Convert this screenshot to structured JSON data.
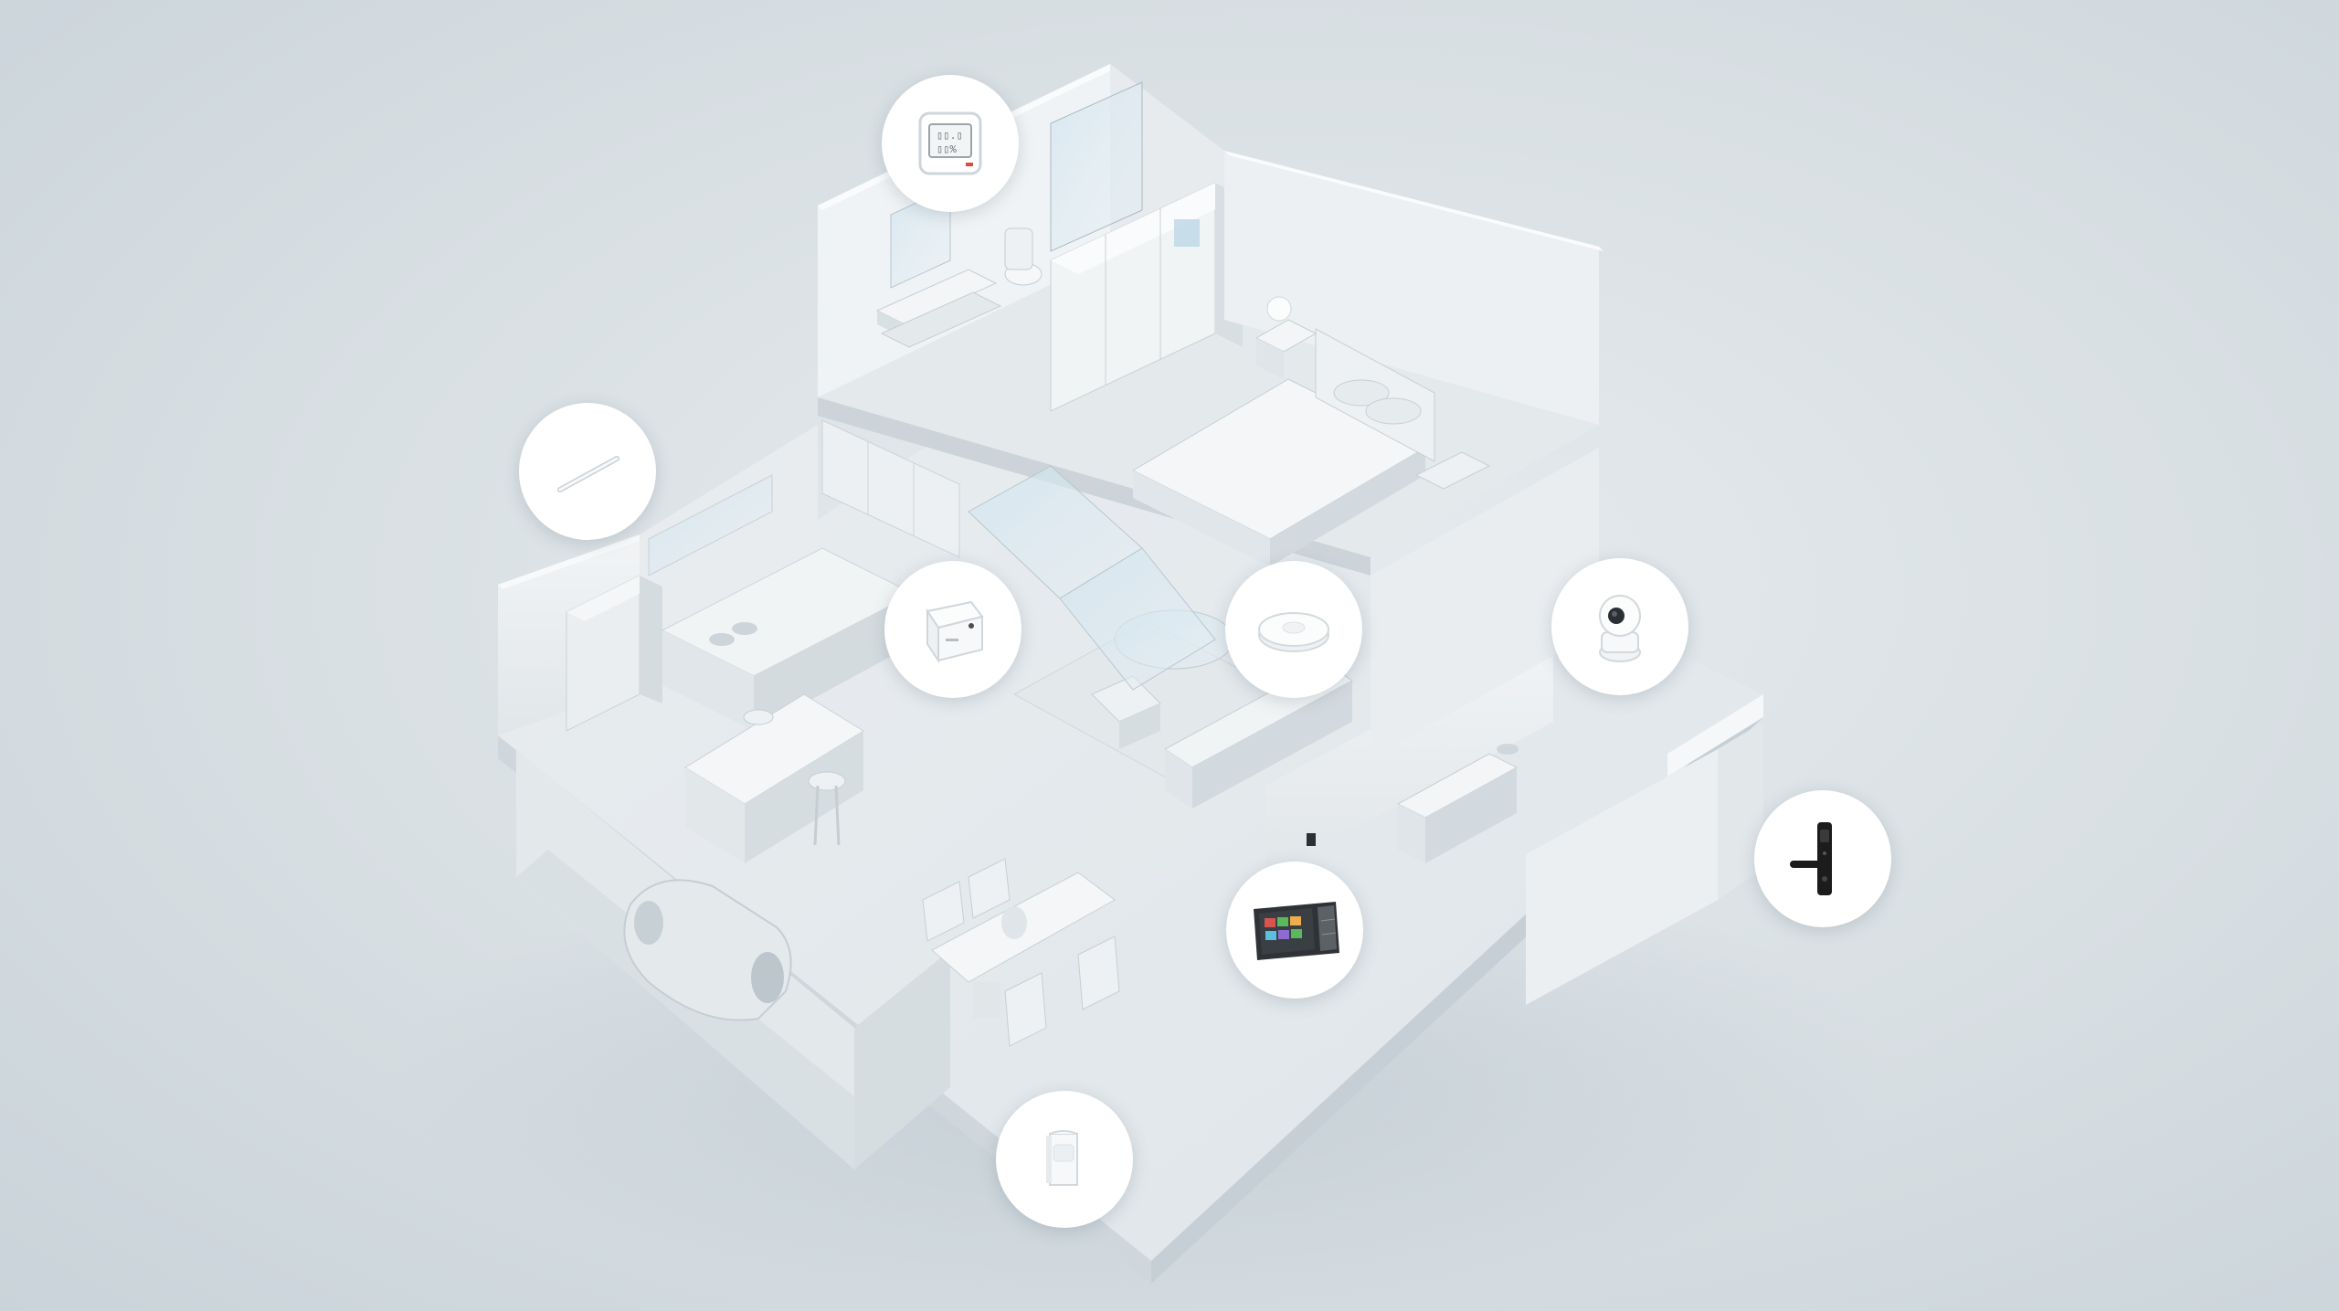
{
  "scene": {
    "background": "#d8dfe3",
    "model_color": "#eef1f3",
    "model_shade": "#d3dade",
    "model_dark": "#c2cbd1"
  },
  "devices": [
    {
      "key": "temp-humidity-sensor",
      "icon": "temperature-humidity-sensor-icon",
      "display_color": "#9aa3a8"
    },
    {
      "key": "light-strip",
      "icon": "light-strip-icon"
    },
    {
      "key": "hub",
      "icon": "smart-hub-icon"
    },
    {
      "key": "ceiling-presence-sensor",
      "icon": "ceiling-sensor-icon"
    },
    {
      "key": "security-camera",
      "icon": "pan-tilt-camera-icon"
    },
    {
      "key": "control-panel",
      "icon": "smart-control-panel-icon",
      "accent_colors": [
        "#3a3f44",
        "#d9534f",
        "#5cb85c",
        "#f0ad4e",
        "#5bc0de",
        "#8e6bd1"
      ]
    },
    {
      "key": "smart-lock",
      "icon": "smart-door-lock-icon",
      "color": "#1c1c1c"
    },
    {
      "key": "motion-sensor",
      "icon": "motion-sensor-icon"
    }
  ]
}
